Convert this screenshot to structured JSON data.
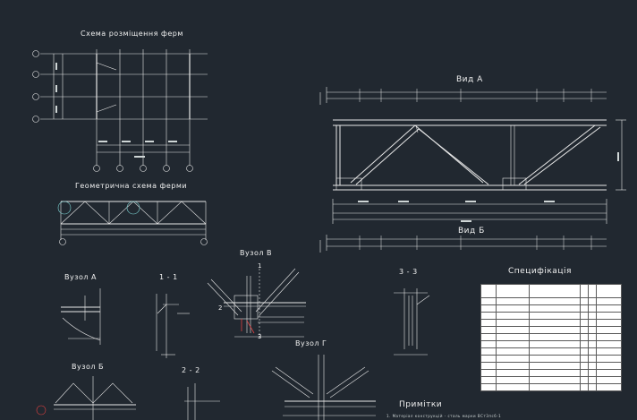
{
  "labels": {
    "scheme_title": "Схема розміщення ферм",
    "geometric_title": "Геометрична схема ферми",
    "view_a": "Вид А",
    "view_b": "Вид Б",
    "node_a": "Вузол А",
    "node_b": "Вузол Б",
    "node_v": "Вузол В",
    "node_g": "Вузол Г",
    "section_11": "1 - 1",
    "section_22": "2 - 2",
    "section_33": "3 - 3",
    "specification": "Специфікація",
    "notes": "Примітки",
    "notes_line": "1. Матеріал конструкцій - сталь марки ВСт3пс6-1",
    "section_mark_1": "1",
    "section_mark_2": "2",
    "section_mark_3": "3"
  },
  "colors": {
    "background": "#212830",
    "lines": "#e8e8e8",
    "cyan": "#7fd8d8",
    "red": "#e04040",
    "table_bg": "#ffffff"
  }
}
